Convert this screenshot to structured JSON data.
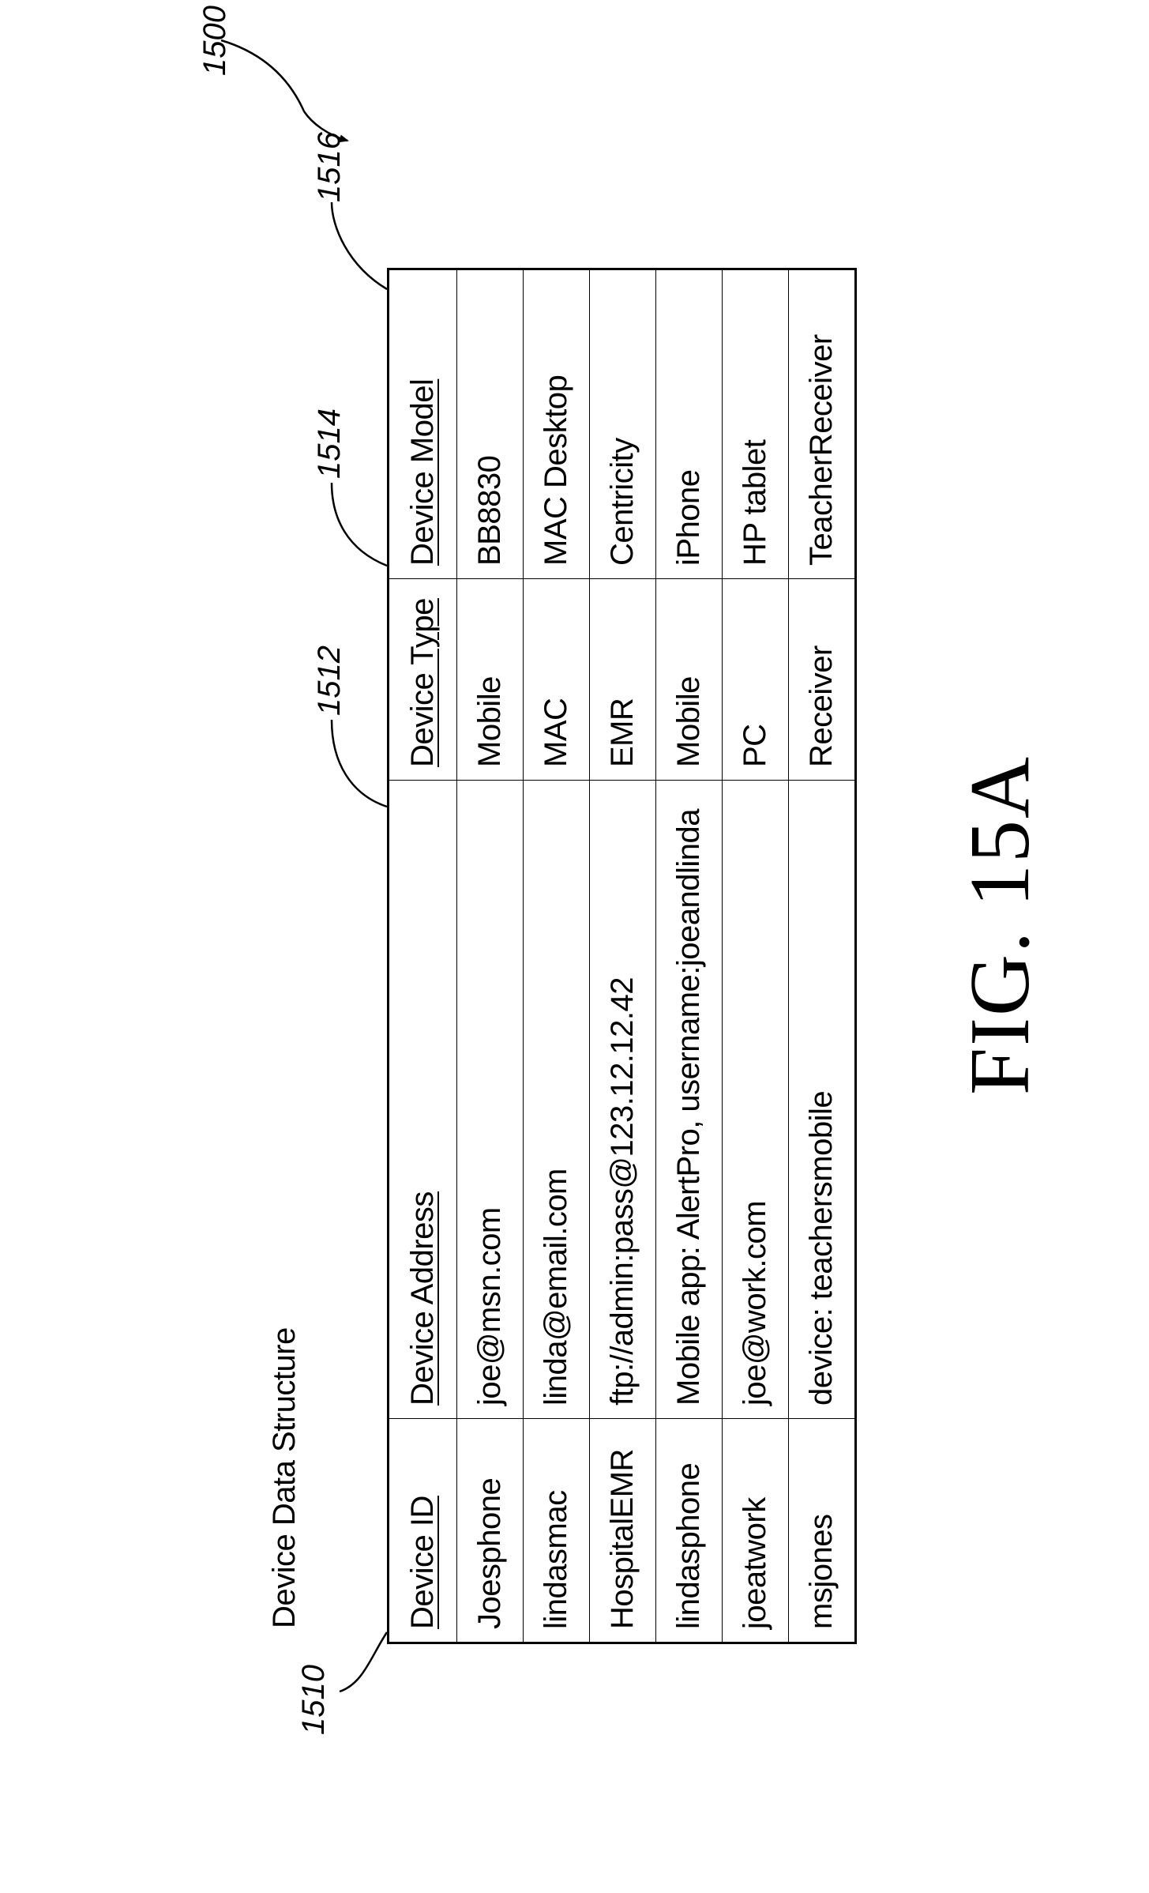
{
  "diagram": {
    "caption": "Device Data Structure",
    "figure_label": "FIG. 15A",
    "reference_numerals": {
      "figure": "1500",
      "col_id": "1510",
      "col_address": "1512",
      "col_type": "1514",
      "col_model": "1516"
    }
  },
  "table": {
    "headers": [
      "Device ID",
      "Device Address",
      "Device Type",
      "Device Model"
    ],
    "rows": [
      [
        "Joesphone",
        "joe@msn.com",
        "Mobile",
        "BB8830"
      ],
      [
        "lindasmac",
        "linda@email.com",
        "MAC",
        "MAC Desktop"
      ],
      [
        "HospitalEMR",
        "ftp://admin:pass@123.12.12.42",
        "EMR",
        "Centricity"
      ],
      [
        "lindasphone",
        "Mobile app: AlertPro, username:joeandlinda",
        "Mobile",
        "iPhone"
      ],
      [
        "joeatwork",
        "joe@work.com",
        "PC",
        "HP tablet"
      ],
      [
        "msjones",
        "device: teachersmobile",
        "Receiver",
        "TeacherReceiver"
      ]
    ]
  }
}
